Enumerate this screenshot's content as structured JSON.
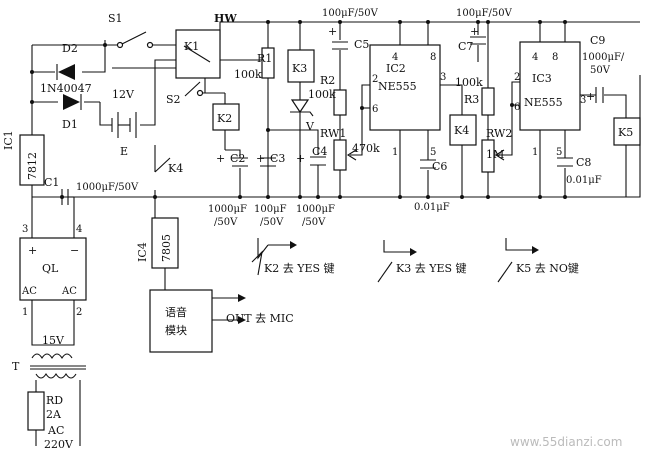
{
  "switches": {
    "s1": "S1",
    "s2": "S2"
  },
  "hw": "HW",
  "relays": {
    "k1": "K1",
    "k2": "K2",
    "k3": "K3",
    "k4": "K4",
    "k5": "K5"
  },
  "diodes": {
    "d1": "D1",
    "d2": "D2",
    "part": "1N40047"
  },
  "battery": {
    "voltage": "12V",
    "label": "E"
  },
  "resistors": {
    "r1": "R1",
    "r1_val": "100k",
    "r2": "R2",
    "r2_val": "100k",
    "r3": "R3",
    "r3_val": "100k",
    "rw1": "RW1",
    "rw1_val": "470k",
    "rw2": "RW2",
    "rw2_val": "1M"
  },
  "zener": "V",
  "caps": {
    "c1": "C1",
    "c1_val": "1000μF/50V",
    "c2": "C2",
    "c3": "C3",
    "c4": "C4",
    "c5": "C5",
    "c5_val": "100μF/50V",
    "c6": "C6",
    "c6_val": "0.01μF",
    "c7": "C7",
    "c7_val": "100μF/50V",
    "c8": "C8",
    "c8_val": "0.01μF",
    "c9": "C9",
    "c9_val1": "1000μF/",
    "c9_val2": "50V",
    "c2_v1": "1000μF",
    "c2_v2": "/50V",
    "c3_v1": "100μF",
    "c3_v2": "/50V",
    "c4_v1": "1000μF",
    "c4_v2": "/50V"
  },
  "ics": {
    "ic1": "IC1",
    "ic1_part": "7812",
    "ic2": "IC2",
    "ic2_part": "NE555",
    "ic3": "IC3",
    "ic3_part": "NE555",
    "ic4": "IC4",
    "ic4_part": "7805"
  },
  "pins": {
    "p1": "1",
    "p2": "2",
    "p3": "3",
    "p4": "4",
    "p5": "5",
    "p6": "6",
    "p8": "8"
  },
  "rectifier": {
    "label": "QL",
    "plus": "+",
    "minus": "−",
    "ac": "AC"
  },
  "voice_module": {
    "line1": "语音",
    "line2": "模块",
    "out": "OUT 去 MIC"
  },
  "outputs": {
    "k2": "K2 去 YES 键",
    "k3": "K3 去 YES 键",
    "k5": "K5 去 NO键"
  },
  "transformer": {
    "label": "T",
    "secondary": "15V"
  },
  "fuse": {
    "label": "RD",
    "rating": "2A"
  },
  "mains": {
    "line1": "AC",
    "line2": "220V"
  },
  "watermark": "www.55dianzi.com"
}
